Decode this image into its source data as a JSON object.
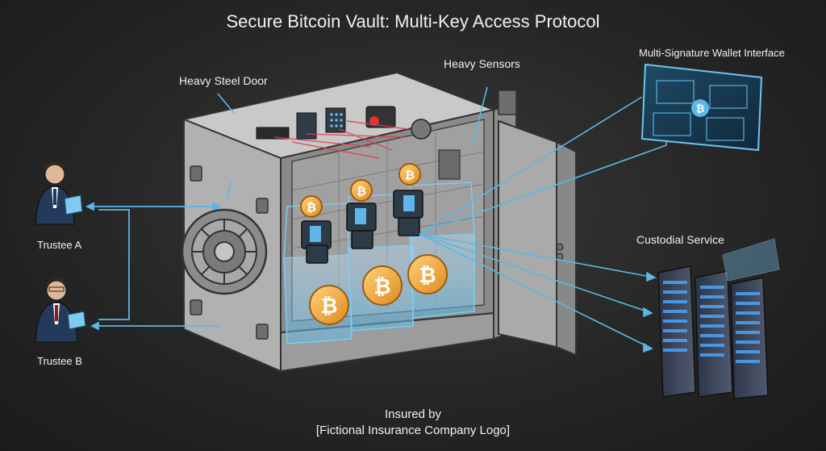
{
  "title": "Secure Bitcoin Vault: Multi-Key Access Protocol",
  "labels": {
    "heavy_steel_door": "Heavy Steel Door",
    "heavy_sensors": "Heavy Sensors",
    "multisig_wallet": "Multi-Signature Wallet Interface",
    "custodial_service": "Custodial Service",
    "trustee_a": "Trustee A",
    "trustee_b": "Trustee B"
  },
  "footer": {
    "insured_by": "Insured by",
    "insurer": "[Fictional Insurance Company Logo]"
  },
  "icons": [
    "bitcoin-coin-icon",
    "hardware-wallet-icon",
    "server-rack-icon",
    "trustee-person-icon",
    "tablet-icon",
    "vault-dial-icon",
    "camera-sensor-icon",
    "keypad-icon"
  ],
  "colors": {
    "background": "#262626",
    "steel": "#b9b9b9",
    "connector": "#5ab7e6",
    "laser": "#e0404a",
    "bitcoin": "#f0a030",
    "server_light": "#4a9ff0"
  }
}
